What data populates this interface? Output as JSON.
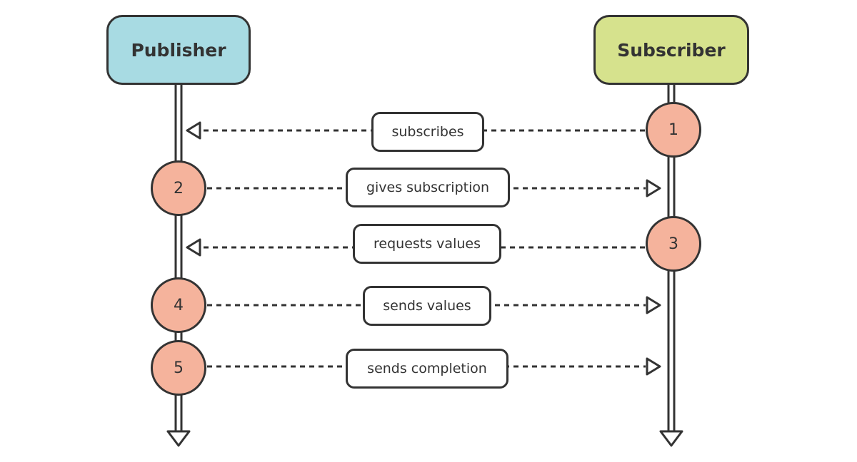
{
  "colors": {
    "publisher_fill": "#a8dbe3",
    "subscriber_fill": "#d6e28d",
    "step_fill": "#f5b39c",
    "stroke": "#333333",
    "label_fill": "#ffffff"
  },
  "actors": {
    "publisher": {
      "label": "Publisher"
    },
    "subscriber": {
      "label": "Subscriber"
    }
  },
  "messages": [
    {
      "step": "1",
      "label": "subscribes",
      "from": "subscriber",
      "to": "publisher"
    },
    {
      "step": "2",
      "label": "gives subscription",
      "from": "publisher",
      "to": "subscriber"
    },
    {
      "step": "3",
      "label": "requests values",
      "from": "subscriber",
      "to": "publisher"
    },
    {
      "step": "4",
      "label": "sends values",
      "from": "publisher",
      "to": "subscriber"
    },
    {
      "step": "5",
      "label": "sends completion",
      "from": "publisher",
      "to": "subscriber"
    }
  ]
}
